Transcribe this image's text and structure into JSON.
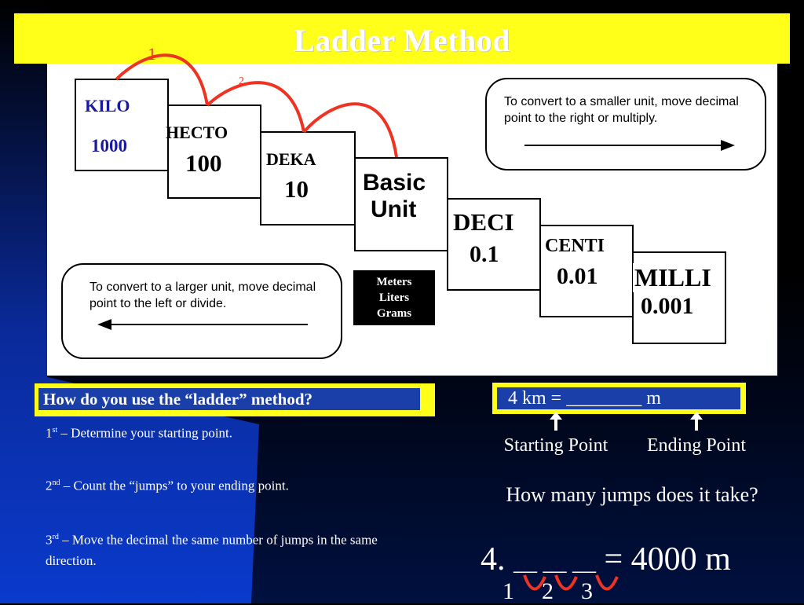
{
  "slide": {
    "title": "Ladder Method",
    "arc_numbers": [
      "1",
      "2"
    ]
  },
  "ladder": {
    "kilo": {
      "name": "KILO",
      "value": "1000"
    },
    "hecto": {
      "name": "HECTO",
      "value": "100"
    },
    "deka": {
      "name": "DEKA",
      "value": "10"
    },
    "basic": {
      "name_line1": "Basic",
      "name_line2": "Unit"
    },
    "deci": {
      "name": "DECI",
      "value": "0.1"
    },
    "centi": {
      "name": "CENTI",
      "value": "0.01"
    },
    "milli": {
      "name": "MILLI",
      "value": "0.001"
    },
    "base_units": [
      "Meters",
      "Liters",
      "Grams"
    ]
  },
  "notes": {
    "smaller": "To convert to a smaller unit, move decimal  point to the right or multiply.",
    "larger": "To convert to a larger unit, move decimal  point to the left or divide."
  },
  "question": {
    "heading": "How do you use the “ladder” method?",
    "steps": [
      {
        "ord": "1",
        "sup": "st",
        "text": " – Determine your starting point."
      },
      {
        "ord": "2",
        "sup": "nd",
        "text": " – Count the “jumps” to your ending point."
      },
      {
        "ord": "3",
        "sup": "rd",
        "text": " – Move the decimal the same number of jumps in the same direction."
      }
    ]
  },
  "example": {
    "conversion": "4 km = ________ m",
    "start_label": "Starting Point",
    "end_label": "Ending Point",
    "jumps_question": "How many jumps does it take?",
    "answer_left": "4.",
    "answer_blanks": "__ __ __",
    "answer_right": "= 4000 m",
    "jump_numbers": [
      "1",
      "2",
      "3"
    ]
  },
  "colors": {
    "title_bar": "#ffff1a",
    "question_fill": "#1b3fa8",
    "arc": "#ee3322",
    "unit_blue": "#1a1aa0"
  }
}
